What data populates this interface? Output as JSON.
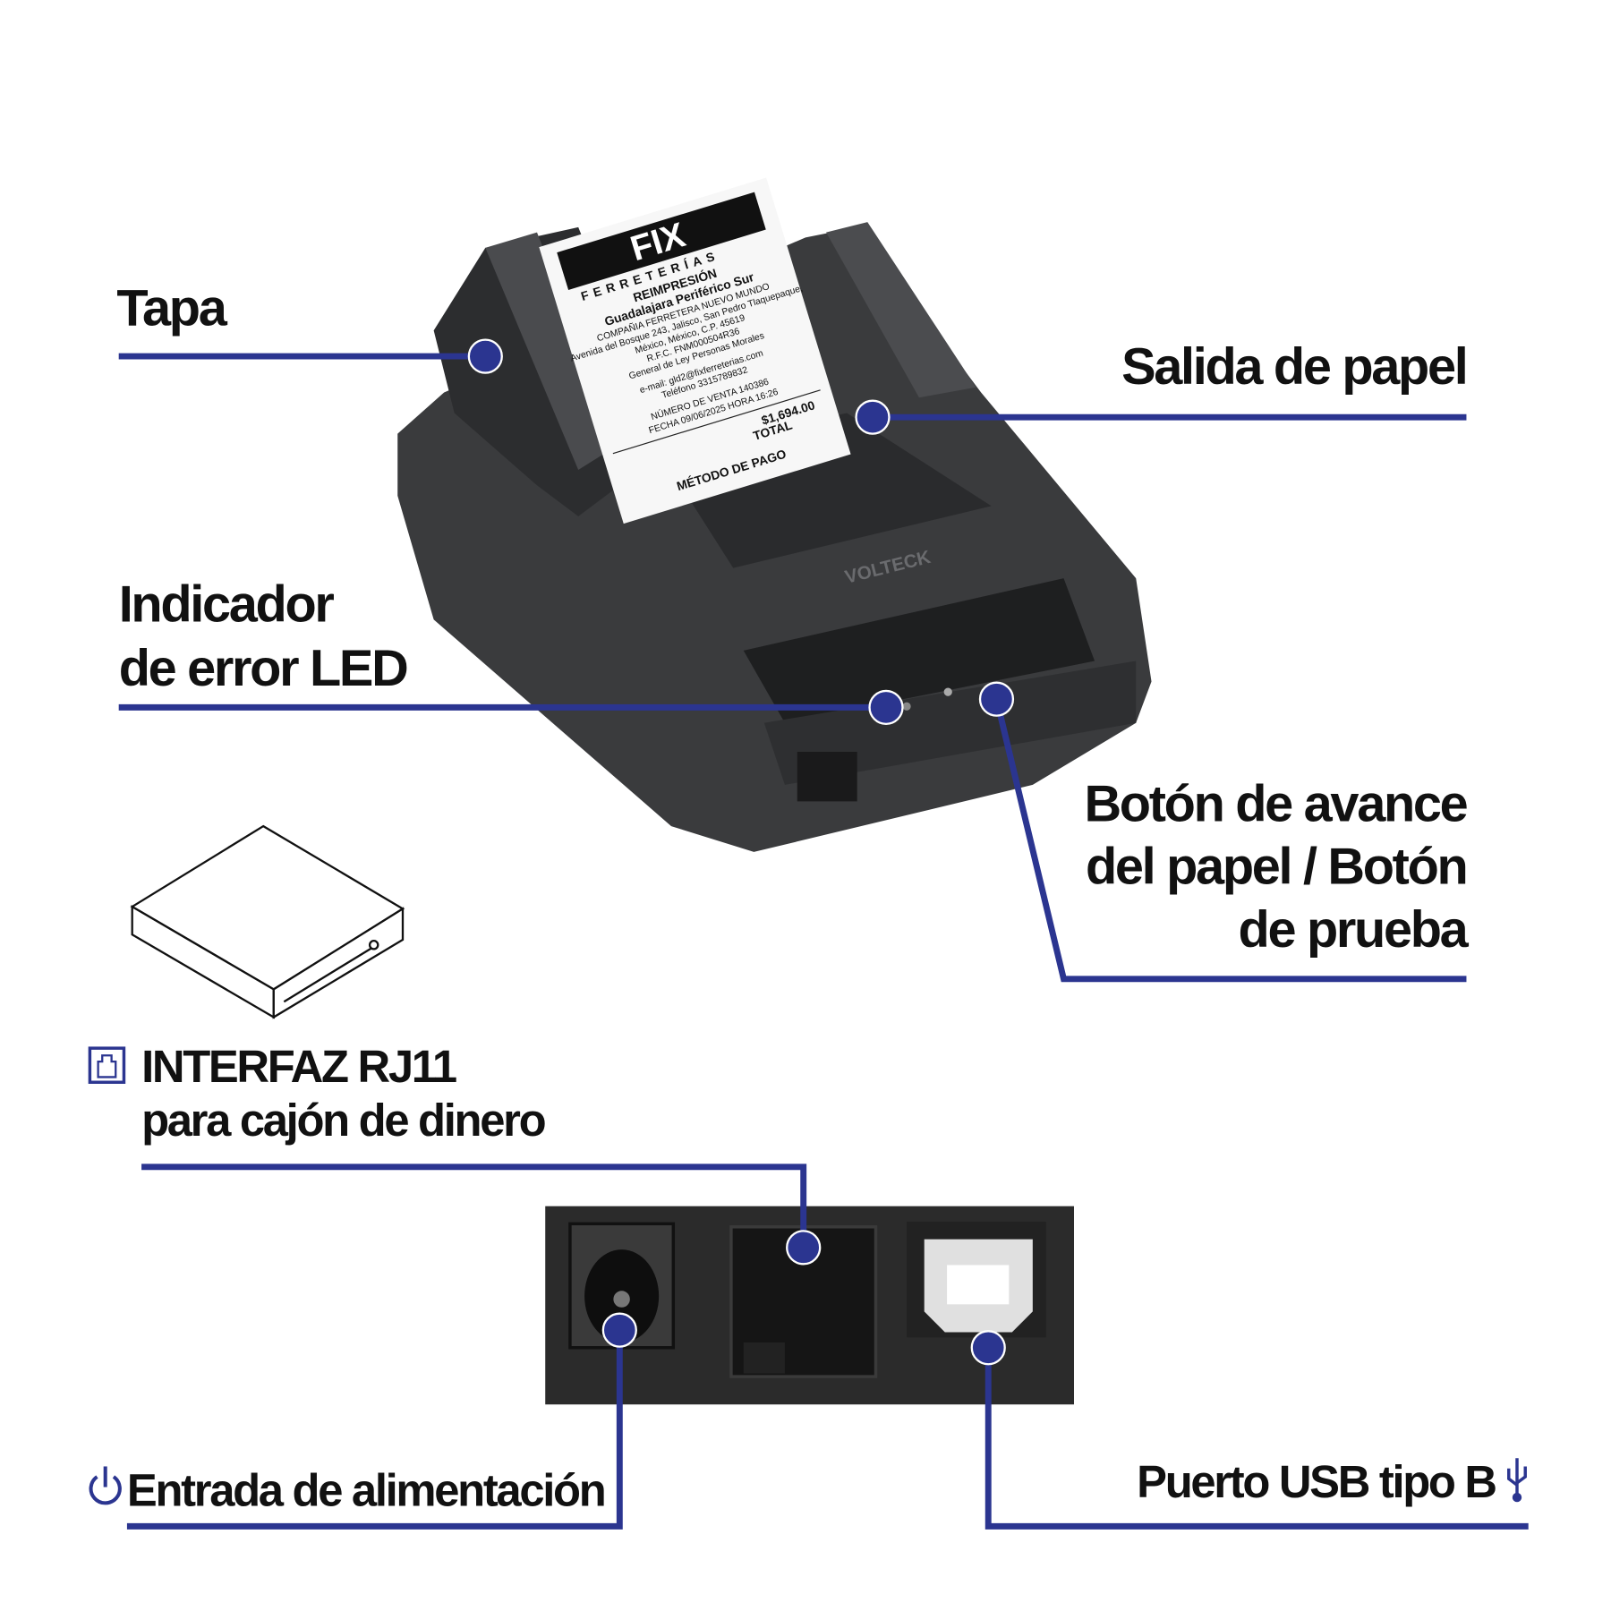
{
  "labels": {
    "tapa": "Tapa",
    "salida": "Salida de papel",
    "indicador_1": "Indicador",
    "indicador_2": "de error LED",
    "boton_1": "Botón de avance",
    "boton_2": "del papel / Botón",
    "boton_3": "de prueba",
    "rj11_1": "INTERFAZ RJ11",
    "rj11_2": "para cajón de dinero",
    "power": "Entrada de alimentación",
    "usb": "Puerto USB tipo B"
  },
  "printer": {
    "brand": "VOLTECK",
    "receipt": {
      "logo": "FIX",
      "logo_sub": "FERRETERÍAS",
      "lines": [
        "REIMPRESIÓN",
        "Guadalajara Periférico Sur",
        "COMPAÑIA FERRETERA NUEVO MUNDO",
        "Avenida del Bosque 243, Jalisco, San Pedro Tlaquepaque,",
        "México, México, C.P. 45619",
        "R.F.C. FNM000504R36",
        "General de Ley Personas Morales",
        "e-mail: gld2@fixferreterias.com",
        "Teléfono 3315789832",
        "NÚMERO DE VENTA 140386",
        "FECHA 09/06/2025 HORA 16:26"
      ],
      "total_label": "TOTAL",
      "total_value": "$1,694.00",
      "payment_label": "MÉTODO DE PAGO"
    }
  },
  "colors": {
    "accent": "#2b3590",
    "printer_body": "#3a3b3d"
  },
  "icons": [
    "rj11-icon",
    "power-icon",
    "usb-icon",
    "cash-drawer-icon"
  ]
}
